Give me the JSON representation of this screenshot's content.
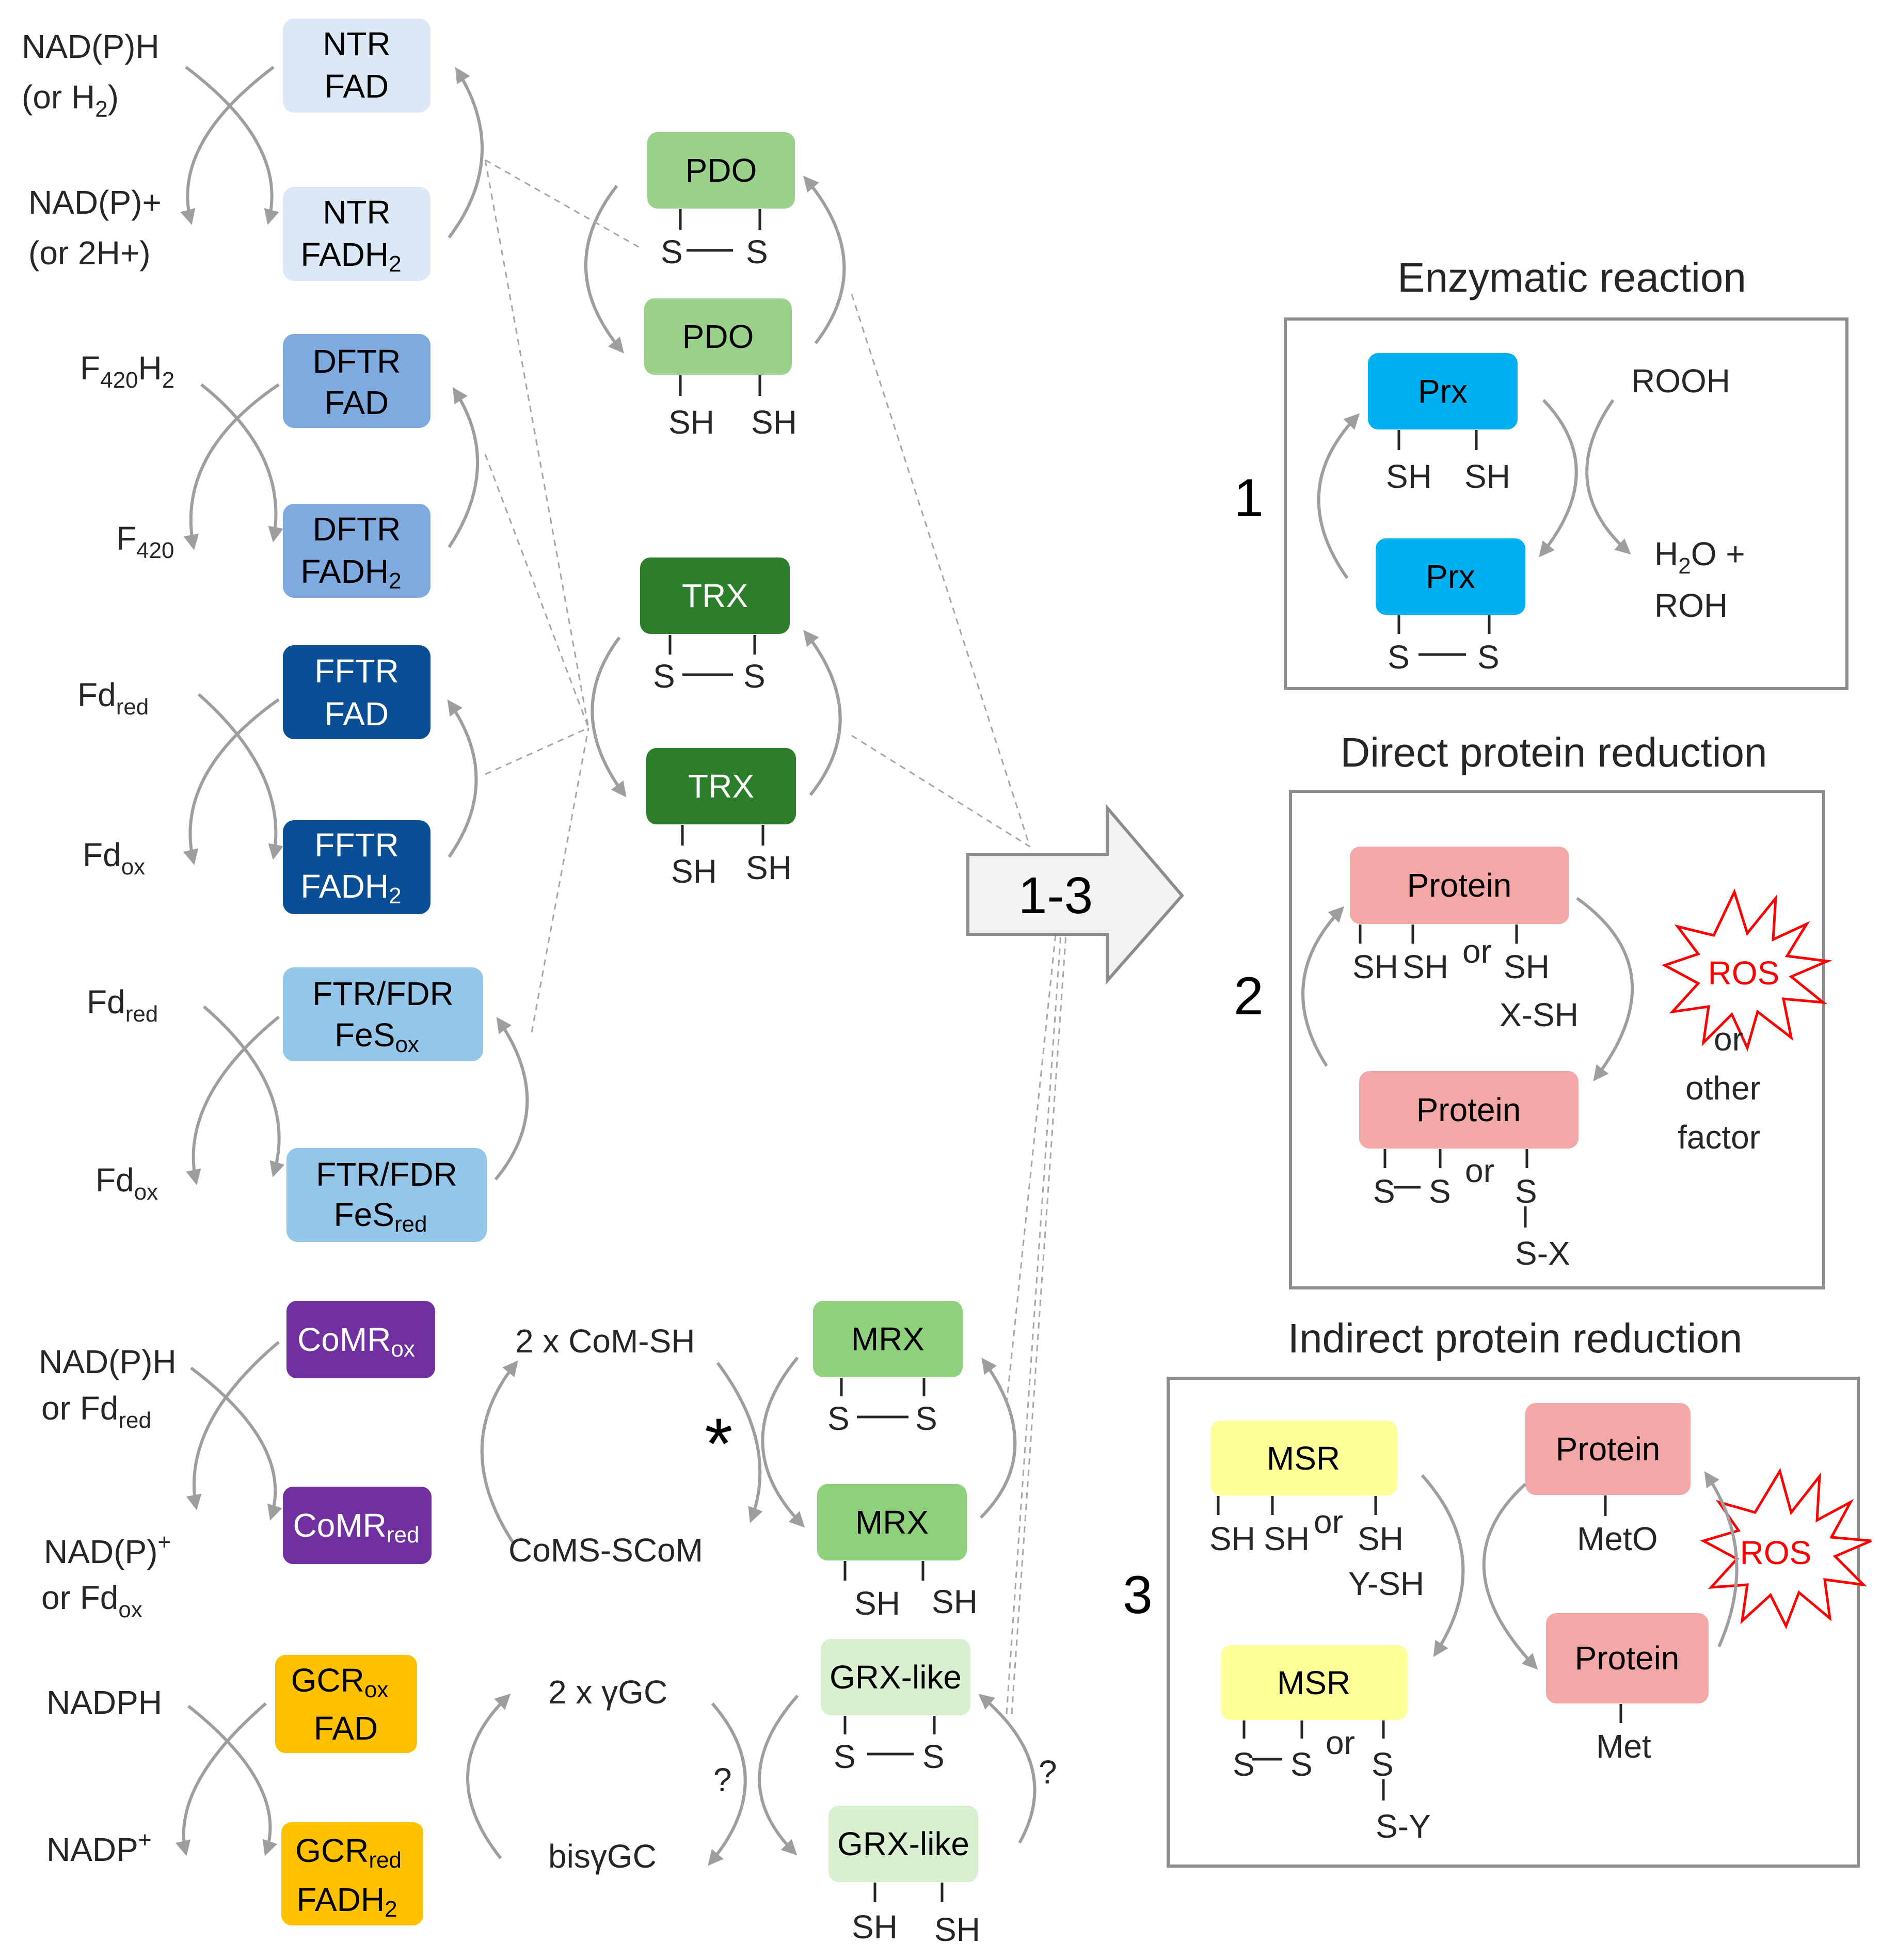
{
  "colors": {
    "ntr": "#dce8f6",
    "dftr": "#7faadf",
    "fftr": "#0a4f96",
    "ftr": "#93c6e8",
    "comr": "#7030a0",
    "gcr": "#ffc000",
    "pdo": "#9ad28b",
    "trx": "#2c7e2a",
    "mrx": "#8fd07d",
    "grx": "#d9f0d0",
    "prx": "#00b0f0",
    "protein": "#f4a7a7",
    "msr": "#ffff99",
    "ros": "#ff0000",
    "arrow": "#9e9e9e",
    "dash": "#a6a6a6",
    "panel_border": "#8c8c8c",
    "big_arrow_fill": "#f2f2f2"
  },
  "left": {
    "ntr_top": {
      "l1": "NTR",
      "l2": "FAD"
    },
    "ntr_bottom": {
      "l1": "NTR",
      "l2": "FADH",
      "l2_sub": "2"
    },
    "ntr_in": {
      "l1": "NAD(P)H",
      "l2": "(or H",
      "l2_sub": "2",
      "l2_end": ")"
    },
    "ntr_out": {
      "l1": "NAD(P)+",
      "l2": "(or 2H+)"
    },
    "dftr_top": {
      "l1": "DFTR",
      "l2": "FAD"
    },
    "dftr_bottom": {
      "l1": "DFTR",
      "l2": "FADH",
      "l2_sub": "2"
    },
    "dftr_in": {
      "main": "F",
      "sub": "420",
      "main2": "H",
      "sub2": "2"
    },
    "dftr_out": {
      "main": "F",
      "sub": "420"
    },
    "fftr_top": {
      "l1": "FFTR",
      "l2": "FAD"
    },
    "fftr_bottom": {
      "l1": "FFTR",
      "l2": "FADH",
      "l2_sub": "2"
    },
    "fftr_in": {
      "main": "Fd",
      "sub": "red"
    },
    "fftr_out": {
      "main": "Fd",
      "sub": "ox"
    },
    "ftr_top": {
      "l1": "FTR/FDR",
      "l2": "FeS",
      "l2_sub": "ox"
    },
    "ftr_bottom": {
      "l1": "FTR/FDR",
      "l2": "FeS",
      "l2_sub": "red"
    },
    "ftr_in": {
      "main": "Fd",
      "sub": "red"
    },
    "ftr_out": {
      "main": "Fd",
      "sub": "ox"
    },
    "comr_top": {
      "main": "CoMR",
      "sub": "ox"
    },
    "comr_bottom": {
      "main": "CoMR",
      "sub": "red"
    },
    "comr_in": {
      "l1": "NAD(P)H",
      "l2": "or Fd",
      "l2_sub": "red"
    },
    "comr_out": {
      "l1": "NAD(P)",
      "l1_sup": "+",
      "l2": "or Fd",
      "l2_sub": "ox"
    },
    "gcr_top": {
      "main": "GCR",
      "sub": "ox",
      "l2": "FAD"
    },
    "gcr_bottom": {
      "main": "GCR",
      "sub": "red",
      "l2": "FADH",
      "l2_sub": "2"
    },
    "gcr_in": "NADPH",
    "gcr_out": {
      "main": "NADP",
      "sup": "+"
    }
  },
  "middle": {
    "pdo": {
      "label": "PDO",
      "s": "S",
      "sh": "SH"
    },
    "trx": {
      "label": "TRX",
      "s": "S",
      "sh": "SH"
    },
    "mrx": {
      "label": "MRX",
      "s": "S",
      "sh": "SH"
    },
    "grx": {
      "label": "GRX-like",
      "s": "S",
      "sh": "SH"
    },
    "com_sh": "2 x CoM-SH",
    "coms_scom": "CoMS-SCoM",
    "asterisk": "*",
    "ygc": "2 x γGC",
    "bisygc": "bisγGC",
    "question": "?",
    "big_arrow": "1-3"
  },
  "panels": {
    "p1": {
      "title": "Enzymatic reaction",
      "num": "1",
      "prx": "Prx",
      "sh": "SH",
      "s": "S",
      "rooh": "ROOH",
      "h2o": "H",
      "h2o_sub": "2",
      "h2o_end": "O +",
      "roh": "ROH"
    },
    "p2": {
      "title": "Direct protein reduction",
      "num": "2",
      "protein": "Protein",
      "sh": "SH",
      "s": "S",
      "or": "or",
      "xsh": "X-SH",
      "sx": "S-X",
      "ros": "ROS",
      "or_other": "or",
      "other": "other",
      "factor": "factor"
    },
    "p3": {
      "title": "Indirect protein reduction",
      "num": "3",
      "msr": "MSR",
      "protein": "Protein",
      "sh": "SH",
      "s": "S",
      "or": "or",
      "ysh": "Y-SH",
      "sy": "S-Y",
      "meto": "MetO",
      "met": "Met",
      "ros": "ROS"
    }
  }
}
